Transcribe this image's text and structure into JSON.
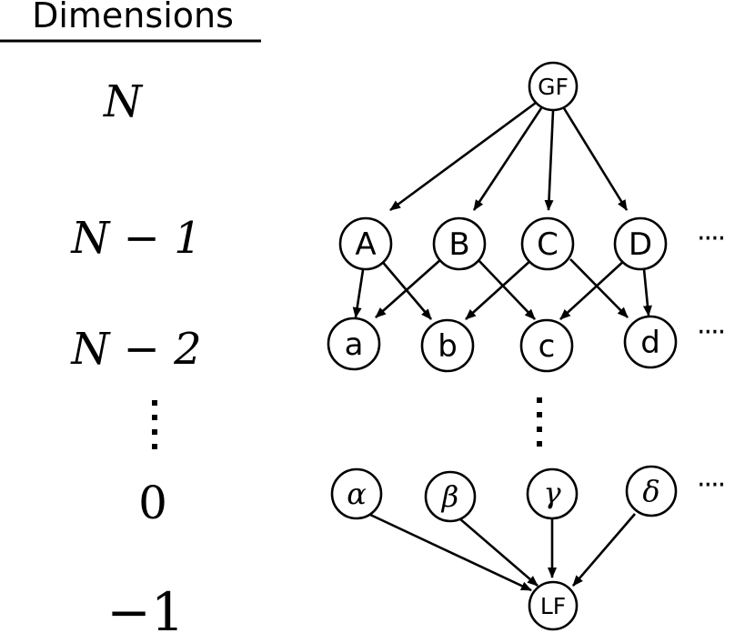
{
  "header": "Dimensions",
  "levels": {
    "n": "N",
    "n_minus_1": "N − 1",
    "n_minus_2": "N − 2",
    "zero": "0",
    "minus_1": "−1"
  },
  "nodes": {
    "gf": "GF",
    "upper": [
      "A",
      "B",
      "C",
      "D"
    ],
    "lower": [
      "a",
      "b",
      "c",
      "d"
    ],
    "greek": [
      "α",
      "β",
      "γ",
      "δ"
    ],
    "lf": "LF"
  },
  "continuation_dots": "····",
  "edges": [
    [
      "GF",
      "A"
    ],
    [
      "GF",
      "B"
    ],
    [
      "GF",
      "C"
    ],
    [
      "GF",
      "D"
    ],
    [
      "A",
      "a"
    ],
    [
      "A",
      "b"
    ],
    [
      "B",
      "a"
    ],
    [
      "B",
      "c"
    ],
    [
      "C",
      "b"
    ],
    [
      "C",
      "d"
    ],
    [
      "D",
      "c"
    ],
    [
      "D",
      "d"
    ],
    [
      "α",
      "LF"
    ],
    [
      "β",
      "LF"
    ],
    [
      "γ",
      "LF"
    ],
    [
      "δ",
      "LF"
    ]
  ]
}
